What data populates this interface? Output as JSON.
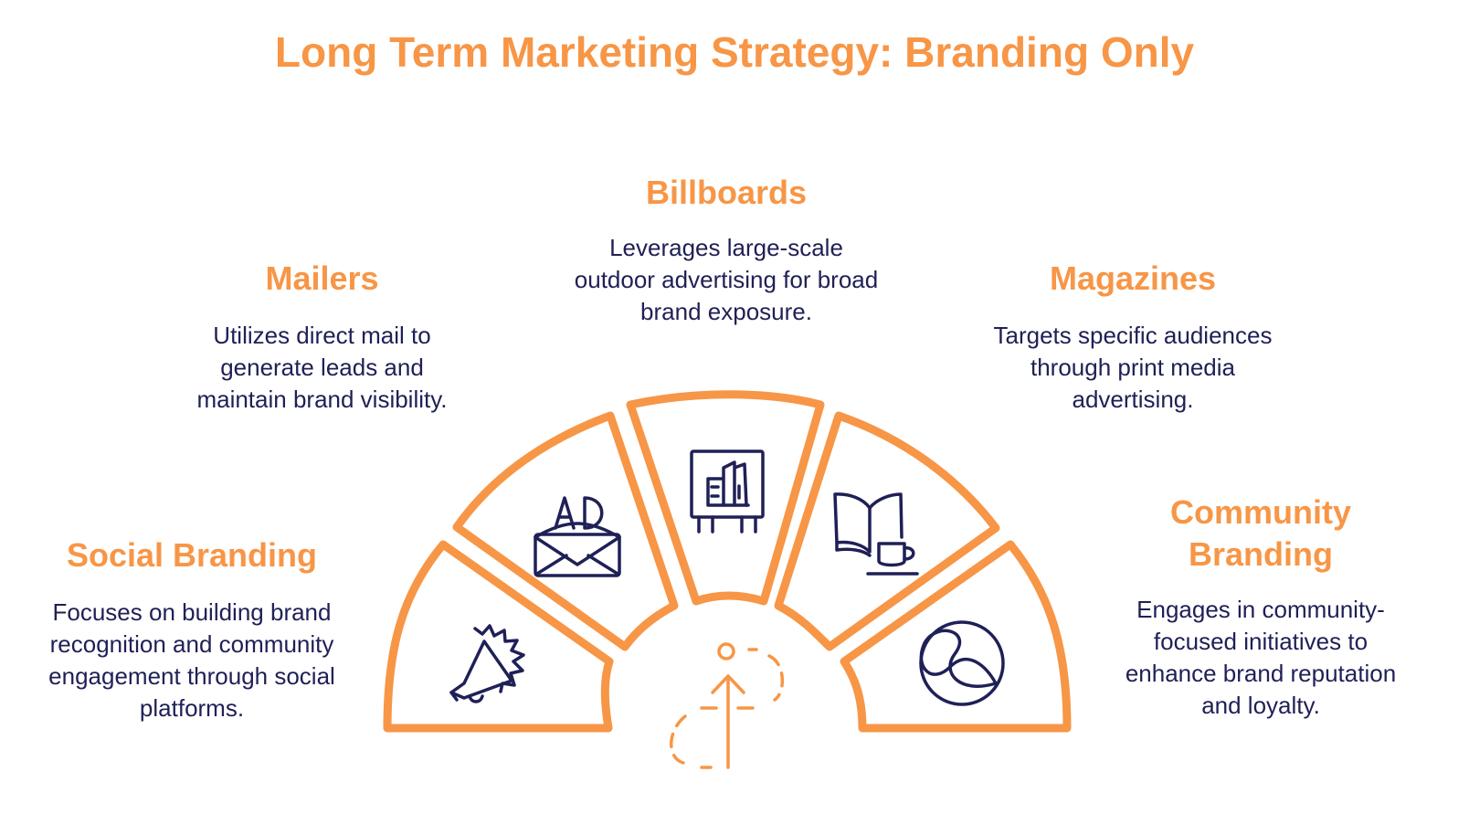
{
  "title": "Long Term Marketing Strategy: Branding Only",
  "colors": {
    "accent": "#F79646",
    "ink": "#1F2056",
    "background": "#FFFFFF"
  },
  "segments": [
    {
      "id": "social-branding",
      "heading": "Social Branding",
      "description": "Focuses on building brand recognition and community engagement through social platforms.",
      "icon": "megaphone-icon"
    },
    {
      "id": "mailers",
      "heading": "Mailers",
      "description": "Utilizes direct mail to generate leads and maintain brand visibility.",
      "icon": "ad-mail-envelope-icon"
    },
    {
      "id": "billboards",
      "heading": "Billboards",
      "description": "Leverages large-scale outdoor advertising for broad brand exposure.",
      "icon": "billboard-icon"
    },
    {
      "id": "magazines",
      "heading": "Magazines",
      "description": "Targets specific audiences through print media advertising.",
      "icon": "magazine-coffee-icon"
    },
    {
      "id": "community-branding",
      "heading": "Community Branding",
      "description": "Engages in community-focused initiatives to enhance brand reputation and loyalty.",
      "icon": "community-swirl-icon"
    }
  ],
  "center_icon": "upward-arrow-growth-icon"
}
